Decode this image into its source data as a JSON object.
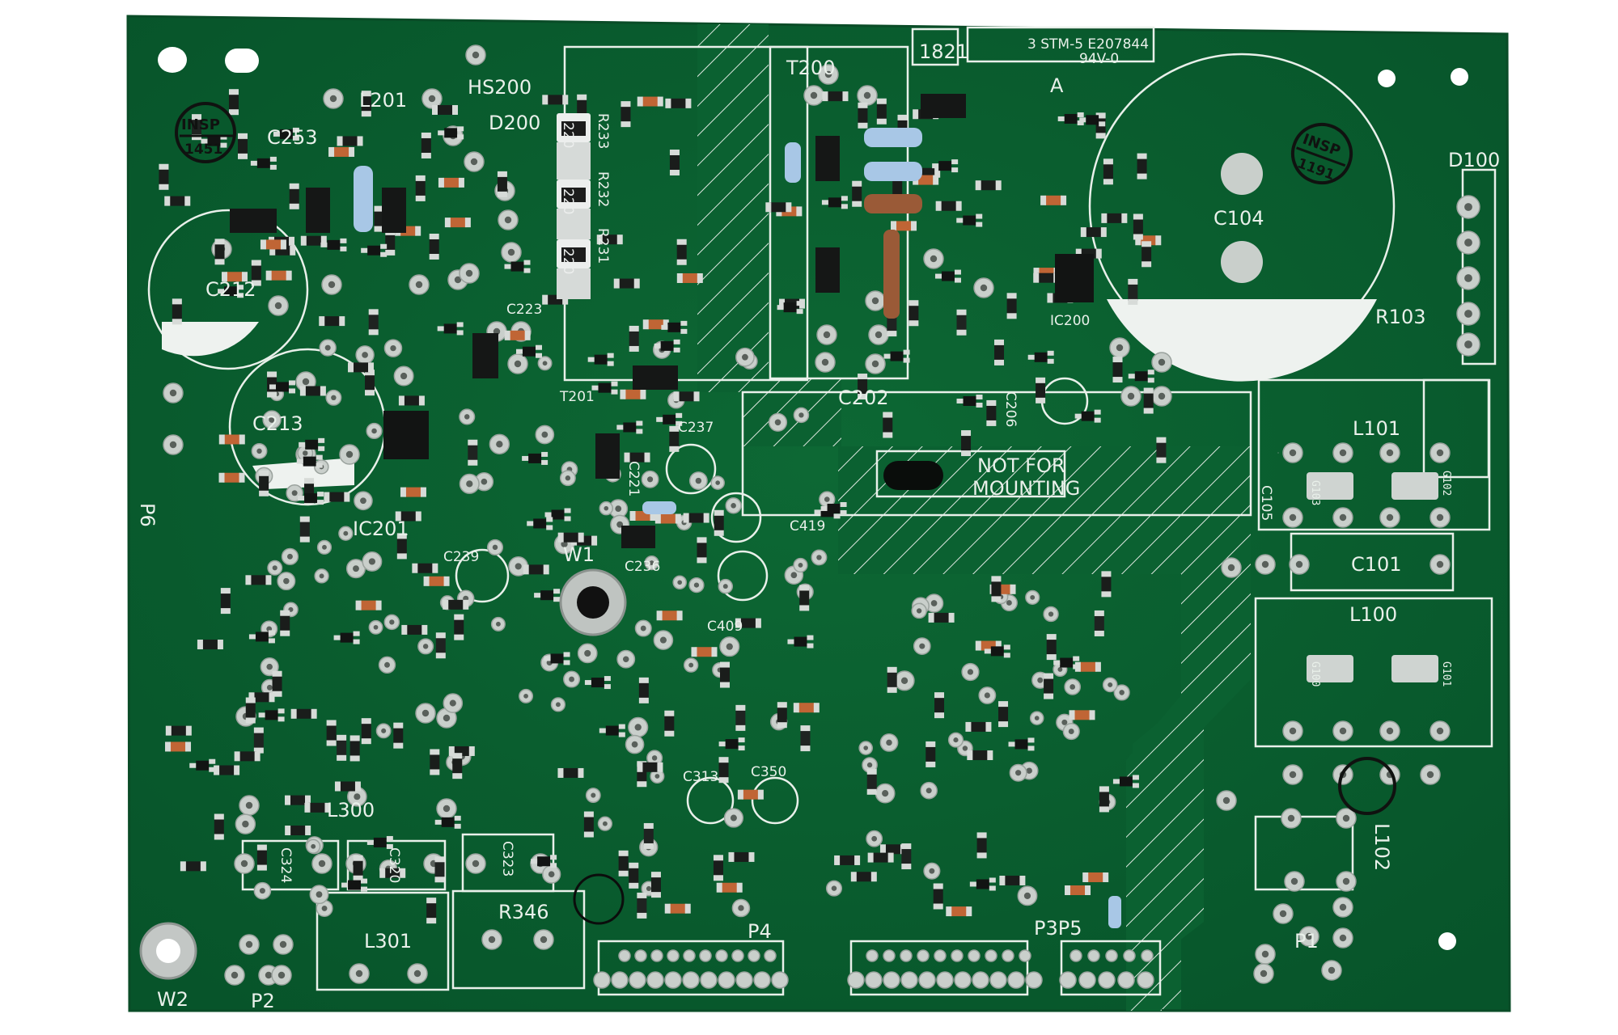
{
  "board": {
    "colors": {
      "background": "#ffffff",
      "pcb_green": "#0b6131",
      "pcb_dark": "#08542a",
      "silkscreen": "#e9f0ea",
      "pad_metal": "#c9cfcb",
      "smd_body": "#191c1b"
    },
    "labels": {
      "hs200": "HS200",
      "l201": "L201",
      "d200": "D200",
      "c253": "C253",
      "c212": "C212",
      "c213": "C213",
      "p6": "P6",
      "ic201": "IC201",
      "c223": "C223",
      "t201": "T201",
      "c239": "C239",
      "w1": "W1",
      "c236": "C236",
      "c221": "C221",
      "c237": "C237",
      "c409": "C409",
      "c419": "C419",
      "t200": "T200",
      "r233": "R233",
      "r232": "R232",
      "r231": "R231",
      "c202": "C202",
      "c206": "C206",
      "ic200": "IC200",
      "c104": "C104",
      "d100": "D100",
      "r103": "R103",
      "l101": "L101",
      "c105": "C105",
      "c101": "C101",
      "l100": "L100",
      "l102": "L102",
      "p1": "P1",
      "c313": "C313",
      "c350": "C350",
      "l300": "L300",
      "c324": "C324",
      "c320": "C320",
      "c323": "C323",
      "r346": "R346",
      "l301": "L301",
      "w2": "W2",
      "p2": "P2",
      "p4": "P4",
      "p3p5": "P3P5",
      "a": "A",
      "not_for_mounting_1": "NOT FOR",
      "not_for_mounting_2": "MOUNTING",
      "date_code": "1821",
      "cert_line": "3 STM-5 E207844",
      "flammability": "94V-0",
      "inspection_left": "INSP",
      "inspection_left_no": "1451",
      "inspection_right": "INSP",
      "inspection_right_no": "1191",
      "res_value_1": "220",
      "res_value_2": "220",
      "res_value_3": "220",
      "g103": "G103",
      "g102": "G102",
      "g100": "G100",
      "g101": "G101"
    }
  }
}
